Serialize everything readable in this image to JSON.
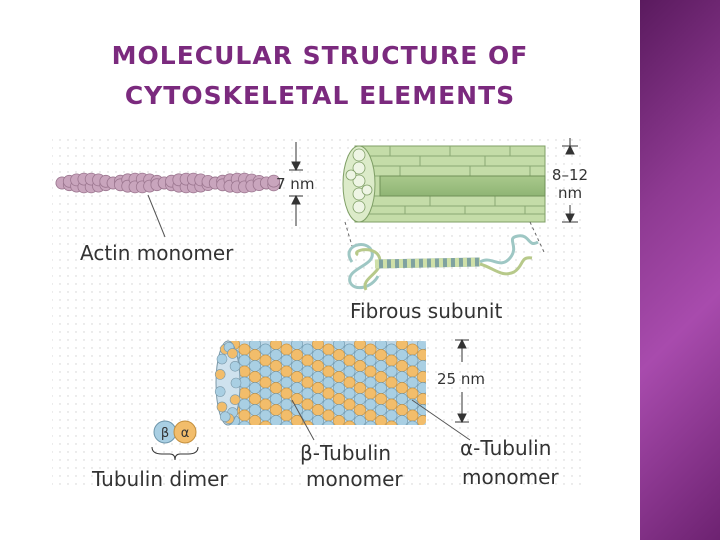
{
  "title": {
    "line1": "MOLECULAR STRUCTURE OF",
    "line2": "CYTOSKELETAL ELEMENTS"
  },
  "colors": {
    "title": "#7b2a7e",
    "actin": "#c9a5bd",
    "intermediate_filament": "#b7d39a",
    "tubulin_alpha": "#f2bd6b",
    "tubulin_beta": "#a9cfe3",
    "side_bar": "#8e3a92"
  },
  "labels": {
    "actin_diameter": "7 nm",
    "actin_monomer": "Actin monomer",
    "if_diameter_line1": "8–12",
    "if_diameter_line2": "nm",
    "fibrous_subunit": "Fibrous subunit",
    "mt_diameter": "25 nm",
    "beta_symbol": "β",
    "alpha_symbol": "α",
    "tubulin_dimer": "Tubulin dimer",
    "beta_tubulin_line1": "β-Tubulin",
    "beta_tubulin_line2": "monomer",
    "alpha_tubulin_line1": "α-Tubulin",
    "alpha_tubulin_line2": "monomer"
  }
}
